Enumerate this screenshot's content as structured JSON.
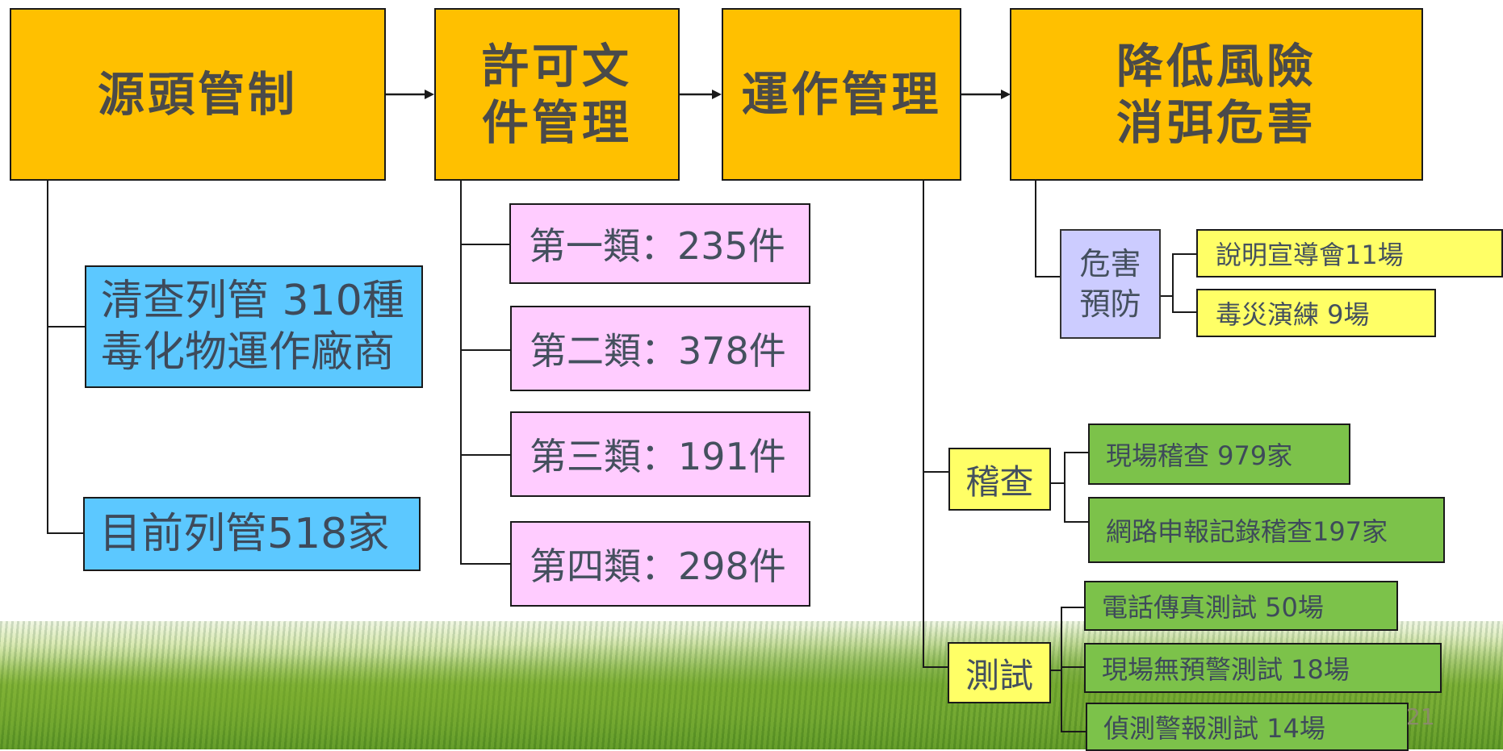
{
  "top_row": {
    "source_control": "源頭管制",
    "permit_docs": "許可文\n件管理",
    "operation_mgmt": "運作管理",
    "reduce_risk": "降低風險\n消弭危害"
  },
  "source_items": {
    "listed_species": "清查列管 310種\n毒化物運作廠商",
    "listed_firms": "目前列管518家"
  },
  "permit_items": [
    "第一類：235件",
    "第二類：378件",
    "第三類：191件",
    "第四類：298件"
  ],
  "hazard_prevention": {
    "label": "危害\n預防",
    "items": [
      "說明宣導會11場",
      "毒災演練 9場"
    ]
  },
  "inspection": {
    "label": "稽查",
    "items": [
      "現場稽查 979家",
      "網路申報記錄稽查197家"
    ]
  },
  "testing": {
    "label": "測試",
    "items": [
      "電話傳真測試 50場",
      "現場無預警測試 18場",
      "偵測警報測試 14場"
    ]
  },
  "page_number": "21"
}
